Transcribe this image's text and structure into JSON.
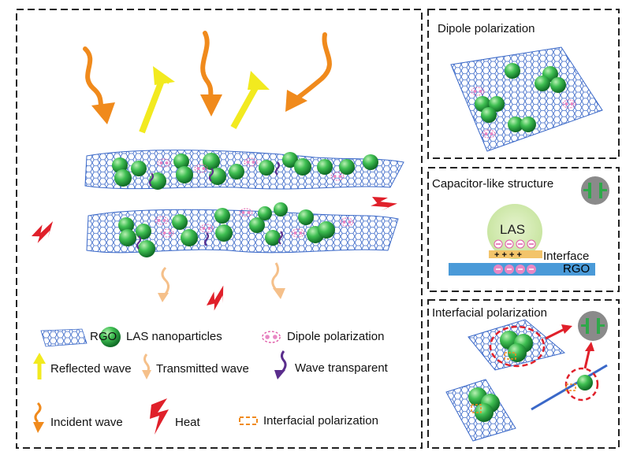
{
  "panels": {
    "dipole": {
      "title": "Dipole polarization"
    },
    "capacitor": {
      "title": "Capacitor-like structure",
      "las": "LAS",
      "interface": "Interface",
      "rgo": "RGO",
      "charges": "+ + + +"
    },
    "interfacial": {
      "title": "Interfacial polarization"
    }
  },
  "legend": {
    "rgo": "RGO",
    "las": "LAS nanoparticles",
    "dipole": "Dipole polarization",
    "reflected": "Reflected wave",
    "transmitted": "Transmitted wave",
    "transparent": "Wave transparent",
    "incident": "Incident wave",
    "heat": "Heat",
    "interfacial": "Interfacial polarization"
  },
  "colors": {
    "incident": "#f08a1c",
    "reflected": "#f2ea1f",
    "transmitted": "#f5c08a",
    "transparent": "#5a2d8c",
    "heat": "#e0202a",
    "sheet": "#3a68c8",
    "sphere": "#2fa84a",
    "dipole": "#e05aa8",
    "rgo_bar": "#4a9ad8",
    "interface_layer": "#f3c46a",
    "las_halo": "#d7ecb8"
  }
}
